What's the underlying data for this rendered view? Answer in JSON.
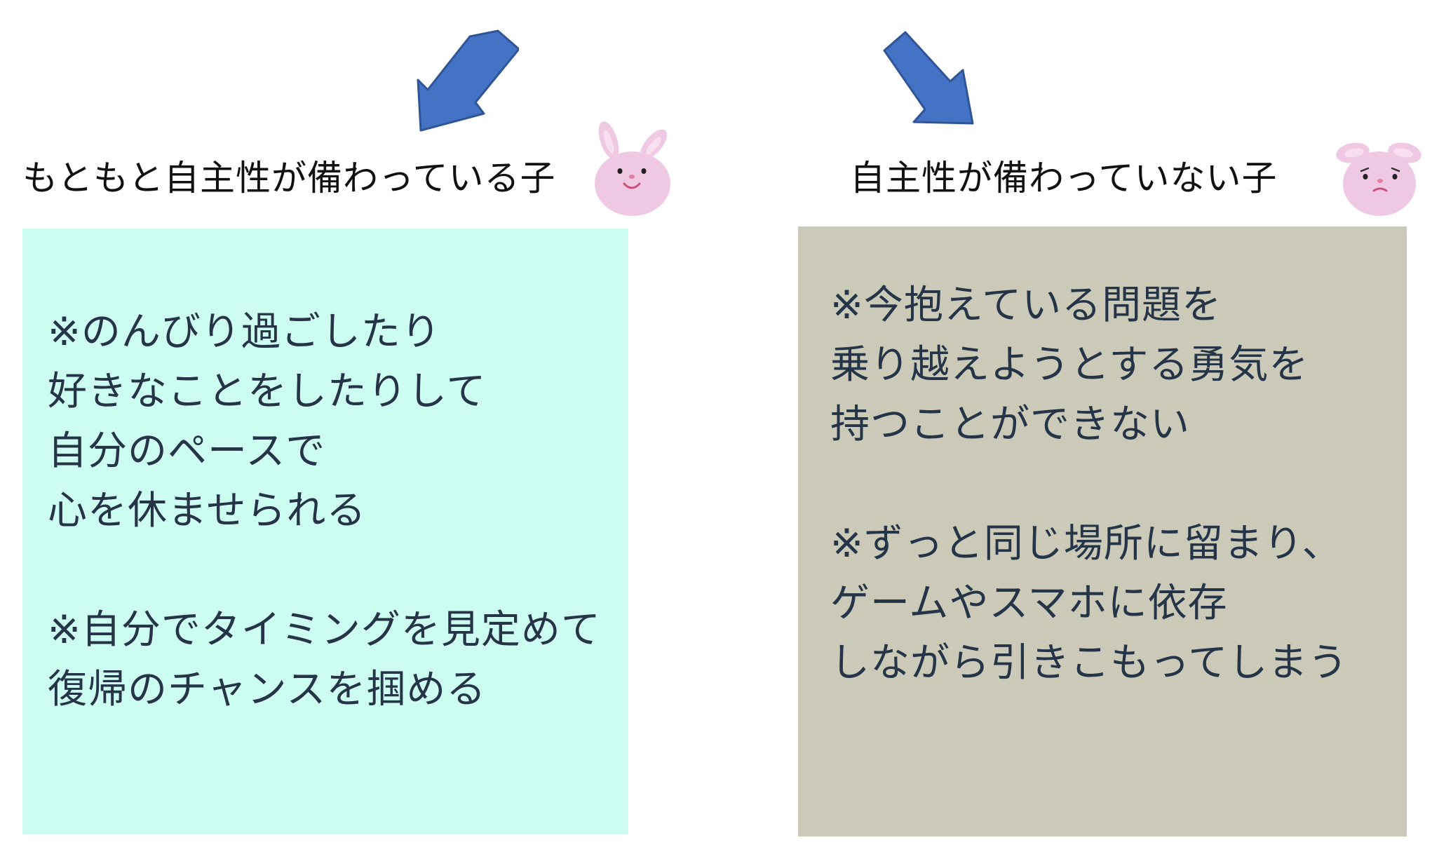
{
  "left": {
    "heading": "もともと自主性が備わっている子",
    "blocks": [
      [
        "※のんびり過ごしたり",
        "好きなことをしたりして",
        "自分のペースで",
        "心を休ませられる"
      ],
      [
        "※自分でタイミングを見定めて",
        "復帰のチャンスを掴める"
      ]
    ],
    "background": "#cdfcf1"
  },
  "right": {
    "heading": "自主性が備わっていない子",
    "blocks": [
      [
        "※今抱えている問題を",
        "乗り越えようとする勇気を",
        "持つことができない"
      ],
      [
        "※ずっと同じ場所に留まり、",
        "ゲームやスマホに依存",
        "しながら引きこもってしまう"
      ]
    ],
    "background": "#cbcab8"
  },
  "colors": {
    "arrow": "#4472c4",
    "bunny": "#efc9e4"
  },
  "icons": {
    "left_arrow": "arrow-down-left-icon",
    "right_arrow": "arrow-down-right-icon",
    "left_bunny": "smiling-bunny-icon",
    "right_bunny": "worried-bunny-icon"
  }
}
